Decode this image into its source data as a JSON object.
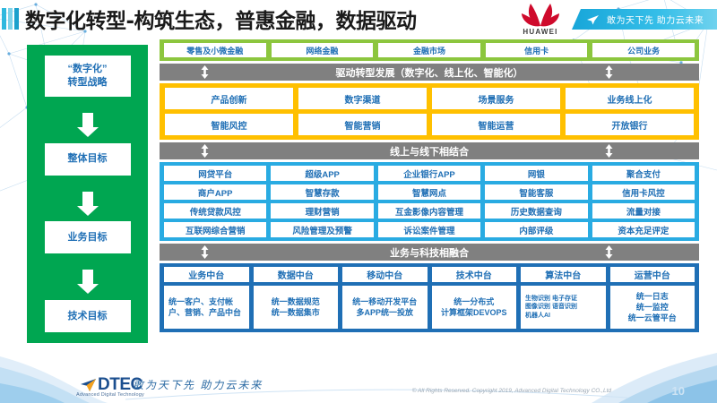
{
  "header": {
    "title": "数字化转型-构筑生态，普惠金融，数据驱动",
    "huawei_logo_text": "HUAWEI",
    "banner_text": "敢为天下先 助力云未来",
    "plane_icon": "paper-plane-icon",
    "flower_icon": "huawei-flower-icon"
  },
  "strategy_column": {
    "boxes": [
      {
        "line1": "“数字化”",
        "line2": "转型战略"
      },
      {
        "line1": "整体目标",
        "line2": ""
      },
      {
        "line1": "业务目标",
        "line2": ""
      },
      {
        "line1": "技术目标",
        "line2": ""
      }
    ]
  },
  "business_lines": {
    "color": "#8CC63E",
    "items": [
      "零售及小微金融",
      "网络金融",
      "金融市场",
      "信用卡",
      "公司业务"
    ]
  },
  "separators": {
    "drive": "驱动转型发展（数字化、线上化、智能化）",
    "online_offline": "线上与线下相结合",
    "fusion": "业务与科技相融合",
    "bar_color": "#808080"
  },
  "overall_goals": {
    "color": "#FFC000",
    "rows": [
      [
        "产品创新",
        "数字渠道",
        "场景服务",
        "业务线上化"
      ],
      [
        "智能风控",
        "智能营销",
        "智能运营",
        "开放银行"
      ]
    ]
  },
  "business_goals": {
    "color": "#29ABE2",
    "rows": [
      [
        "网贷平台",
        "超级APP",
        "企业银行APP",
        "网银",
        "聚合支付"
      ],
      [
        "商户APP",
        "智慧存款",
        "智慧网点",
        "智能客服",
        "信用卡风控"
      ],
      [
        "传统贷款风控",
        "理财营销",
        "互金影像内容管理",
        "历史数据查询",
        "流量对接"
      ],
      [
        "互联网综合营销",
        "风险管理及预警",
        "诉讼案件管理",
        "内部评级",
        "资本充足评定"
      ]
    ]
  },
  "tech_goals": {
    "color": "#1F6FB5",
    "columns": [
      {
        "head": "业务中台",
        "body": "统一客户、支付帐户、营销、产品中台",
        "style": "lead"
      },
      {
        "head": "数据中台",
        "body": "统一数据规范\n统一数据集市",
        "style": "center"
      },
      {
        "head": "移动中台",
        "body": "统一移动开发平台\n多APP统一投放",
        "style": "center"
      },
      {
        "head": "技术中台",
        "body": "统一分布式\n计算框架DEVOPS",
        "style": "center"
      },
      {
        "head": "算法中台",
        "body": "生物识别 电子存证\n图像识别 语音识别\n机器人AI",
        "style": "small"
      },
      {
        "head": "运营中台",
        "body": "统一日志\n统一监控\n统一云管平台",
        "style": "center"
      }
    ]
  },
  "footer": {
    "logo_text": "DTEC",
    "logo_sub": "Advanced Digital Technology",
    "slogan": "敢为天下先  助力云未来",
    "copyright": "© All Rights Reserved. Copyright 2019, Advanced Digital Technology CO.,Ltd",
    "page_number": "10"
  }
}
